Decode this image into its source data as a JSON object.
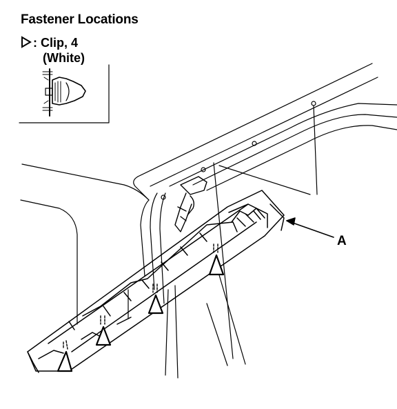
{
  "diagram": {
    "title": "Fastener Locations",
    "legend": {
      "line1": ": Clip, 4",
      "line2": "(White)",
      "symbol_icon": "triangle-outline-icon"
    },
    "callout_label": "A"
  }
}
